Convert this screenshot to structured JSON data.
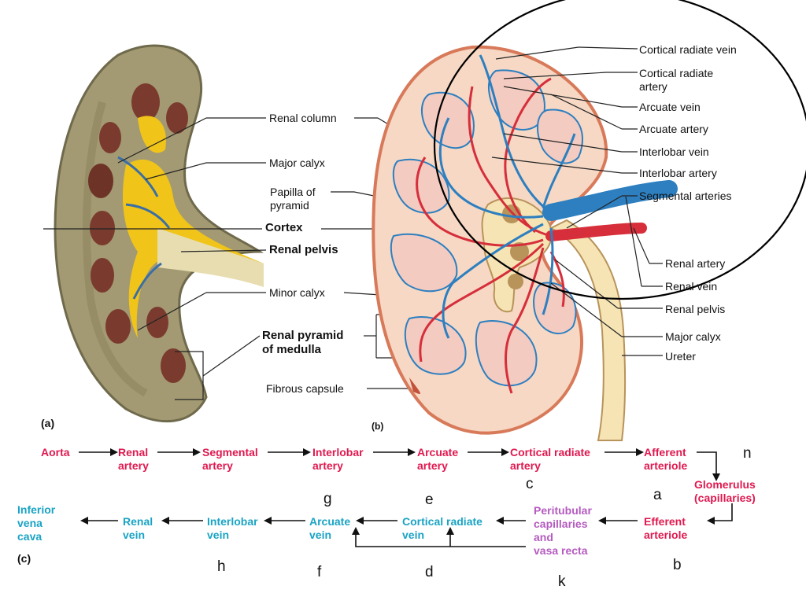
{
  "panels": {
    "a": "(a)",
    "b": "(b)",
    "c": "(c)"
  },
  "labels_a": {
    "renal_column": "Renal column",
    "major_calyx": "Major calyx",
    "papilla_1": "Papilla of",
    "papilla_2": "pyramid",
    "cortex": "Cortex",
    "renal_pelvis": "Renal pelvis",
    "minor_calyx": "Minor calyx",
    "renal_pyramid_1": "Renal pyramid",
    "renal_pyramid_2": "of medulla",
    "fibrous_capsule": "Fibrous capsule"
  },
  "labels_b": {
    "cortical_radiate_vein": "Cortical radiate vein",
    "cortical_radiate_artery_1": "Cortical radiate",
    "cortical_radiate_artery_2": "artery",
    "arcuate_vein": "Arcuate vein",
    "arcuate_artery": "Arcuate artery",
    "interlobar_vein": "Interlobar vein",
    "interlobar_artery": "Interlobar artery",
    "segmental_arteries": "Segmental arteries",
    "renal_artery": "Renal artery",
    "renal_vein": "Renal vein",
    "renal_pelvis": "Renal pelvis",
    "major_calyx": "Major calyx",
    "ureter": "Ureter"
  },
  "flow": {
    "aorta": "Aorta",
    "renal_artery_1": "Renal",
    "renal_artery_2": "artery",
    "segmental_1": "Segmental",
    "segmental_2": "artery",
    "interlobar_art_1": "Interlobar",
    "interlobar_art_2": "artery",
    "arcuate_art_1": "Arcuate",
    "arcuate_art_2": "artery",
    "cortical_art_1": "Cortical radiate",
    "cortical_art_2": "artery",
    "afferent_1": "Afferent",
    "afferent_2": "arteriole",
    "glomerulus_1": "Glomerulus",
    "glomerulus_2": "(capillaries)",
    "efferent_1": "Efferent",
    "efferent_2": "arteriole",
    "peritubular_1": "Peritubular",
    "peritubular_2": "capillaries",
    "peritubular_3": "and",
    "peritubular_4": "vasa recta",
    "cortical_vein_1": "Cortical radiate",
    "cortical_vein_2": "vein",
    "arcuate_vein_1": "Arcuate",
    "arcuate_vein_2": "vein",
    "interlobar_vein_1": "Interlobar",
    "interlobar_vein_2": "vein",
    "renal_vein_1": "Renal",
    "renal_vein_2": "vein",
    "ivc_1": "Inferior",
    "ivc_2": "vena",
    "ivc_3": "cava"
  },
  "letters": {
    "n": "n",
    "c": "c",
    "g": "g",
    "e": "e",
    "a": "a",
    "h": "h",
    "f": "f",
    "d": "d",
    "k": "k",
    "b": "b"
  },
  "colors": {
    "artery": "#e0184f",
    "vein": "#1aa3c4",
    "capillary": "#b45bbf",
    "capsule": "#f6d8c4",
    "pyramid": "#f3cbc0"
  }
}
